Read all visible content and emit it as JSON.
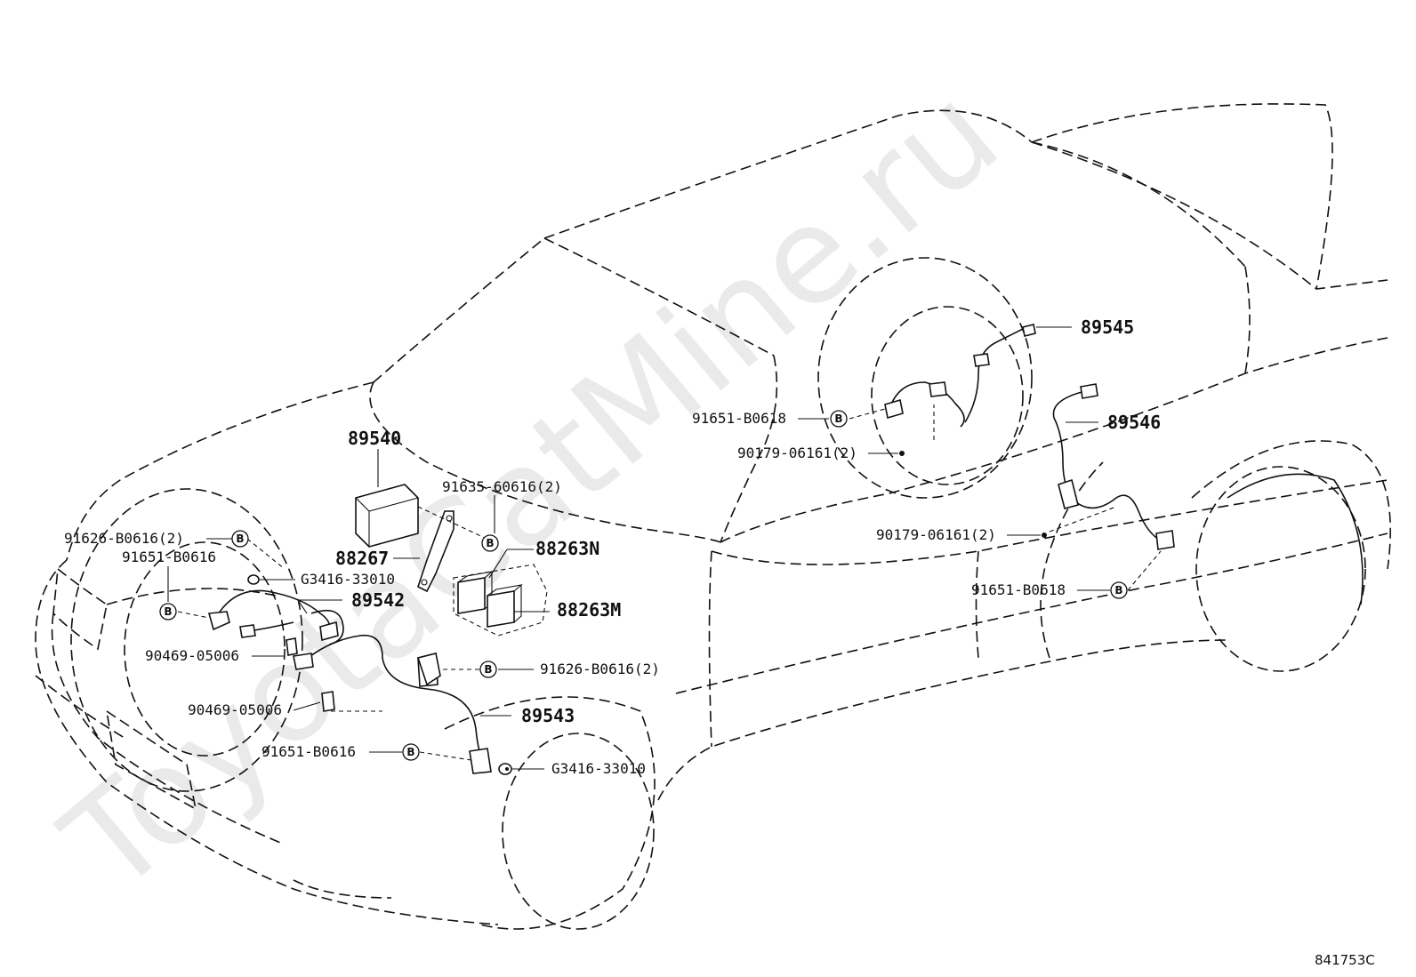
{
  "watermark": "ToyotaCatMine.ru",
  "reference_code": "841753C",
  "bolt_marker": "B",
  "labels": {
    "p89540": "89540",
    "p91635": "91635-60616(2)",
    "p88263n": "88263N",
    "p88263m": "88263M",
    "p88267": "88267",
    "p91626_left": "91626-B0616(2)",
    "p91651_left_top": "91651-B0616",
    "pG3416_top": "G3416-33010",
    "p89542": "89542",
    "p90469_top": "90469-05006",
    "p90469_bottom": "90469-05006",
    "p91626_mid": "91626-B0616(2)",
    "p89543": "89543",
    "p91651_bottom": "91651-B0616",
    "pG3416_bottom": "G3416-33010",
    "p89545": "89545",
    "p91651_rear_top": "91651-B0618",
    "p90179_top": "90179-06161(2)",
    "p89546": "89546",
    "p90179_right": "90179-06161(2)",
    "p91651_rear_right": "91651-B0618"
  }
}
